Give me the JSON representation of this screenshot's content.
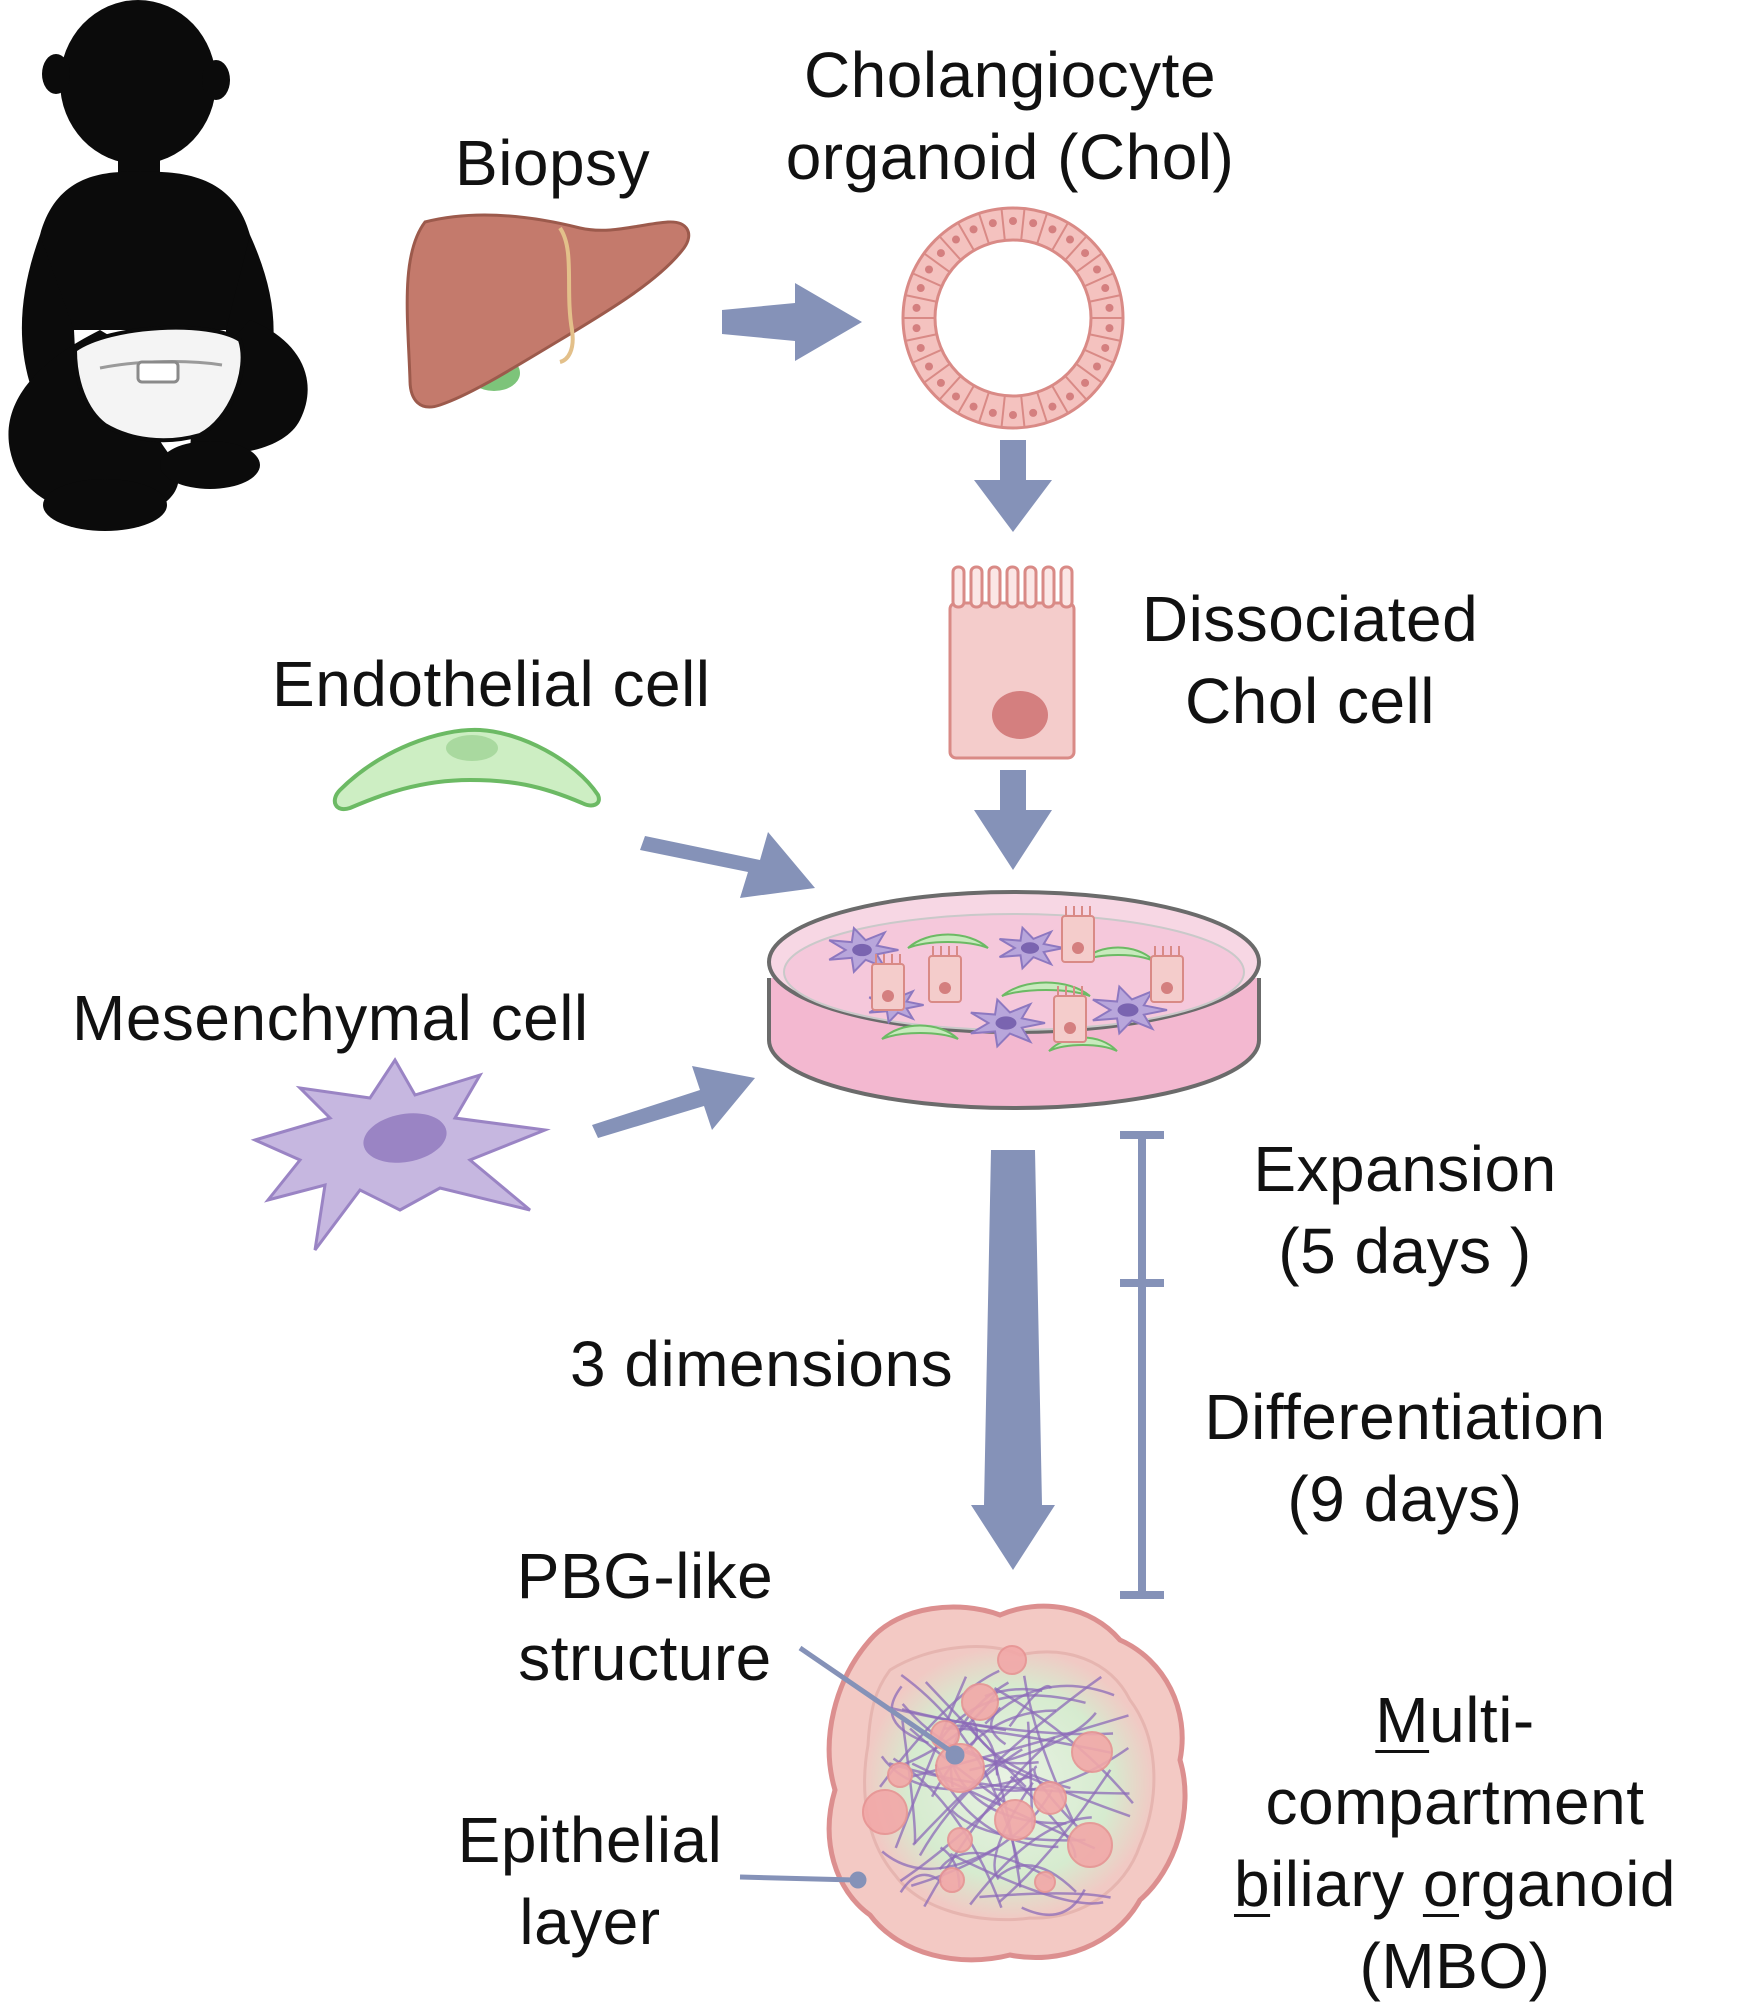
{
  "labels": {
    "biopsy": "Biopsy",
    "chol_organoid": [
      "Cholangiocyte",
      "organoid (Chol)"
    ],
    "dissociated": [
      "Dissociated",
      "Chol cell"
    ],
    "endothelial": "Endothelial cell",
    "mesenchymal": "Mesenchymal cell",
    "three_d": "3 dimensions",
    "expansion": [
      "Expansion",
      "(5 days )"
    ],
    "differentiation": [
      "Differentiation",
      "(9 days)"
    ],
    "pbg": [
      "PBG-like",
      "structure"
    ],
    "epithelial": [
      "Epithelial",
      "layer"
    ],
    "mbo": {
      "line1_u": "M",
      "line1_rest": "ulti-",
      "line2": "compartment",
      "line3_u1": "b",
      "line3_mid": "iliary ",
      "line3_u2": "o",
      "line3_rest": "rganoid",
      "line4": "(MBO)"
    }
  },
  "colors": {
    "arrow": "#8592b8",
    "silhouette": "#0b0b0b",
    "liver": "#c47a6c",
    "gallbladder": "#7dc47a",
    "chol_cell": "#f4cccb",
    "chol_outline": "#d98a86",
    "endothelial_fill": "#cdeec3",
    "endothelial_outline": "#6cba64",
    "mesenchymal_fill": "#c6b7e0",
    "mesenchymal_nucleus": "#9a84c4",
    "dish_media": "#f5c8db",
    "organoid_outline": "#dc8f8f",
    "organoid_inner": "#dfefd8",
    "fiber": "#8c6bb8"
  },
  "icons": [
    "infant-silhouette",
    "liver-icon",
    "organoid-ring-icon",
    "cholangiocyte-icon",
    "endothelial-cell-icon",
    "mesenchymal-cell-icon",
    "petri-dish-icon",
    "mbo-organoid-icon"
  ]
}
